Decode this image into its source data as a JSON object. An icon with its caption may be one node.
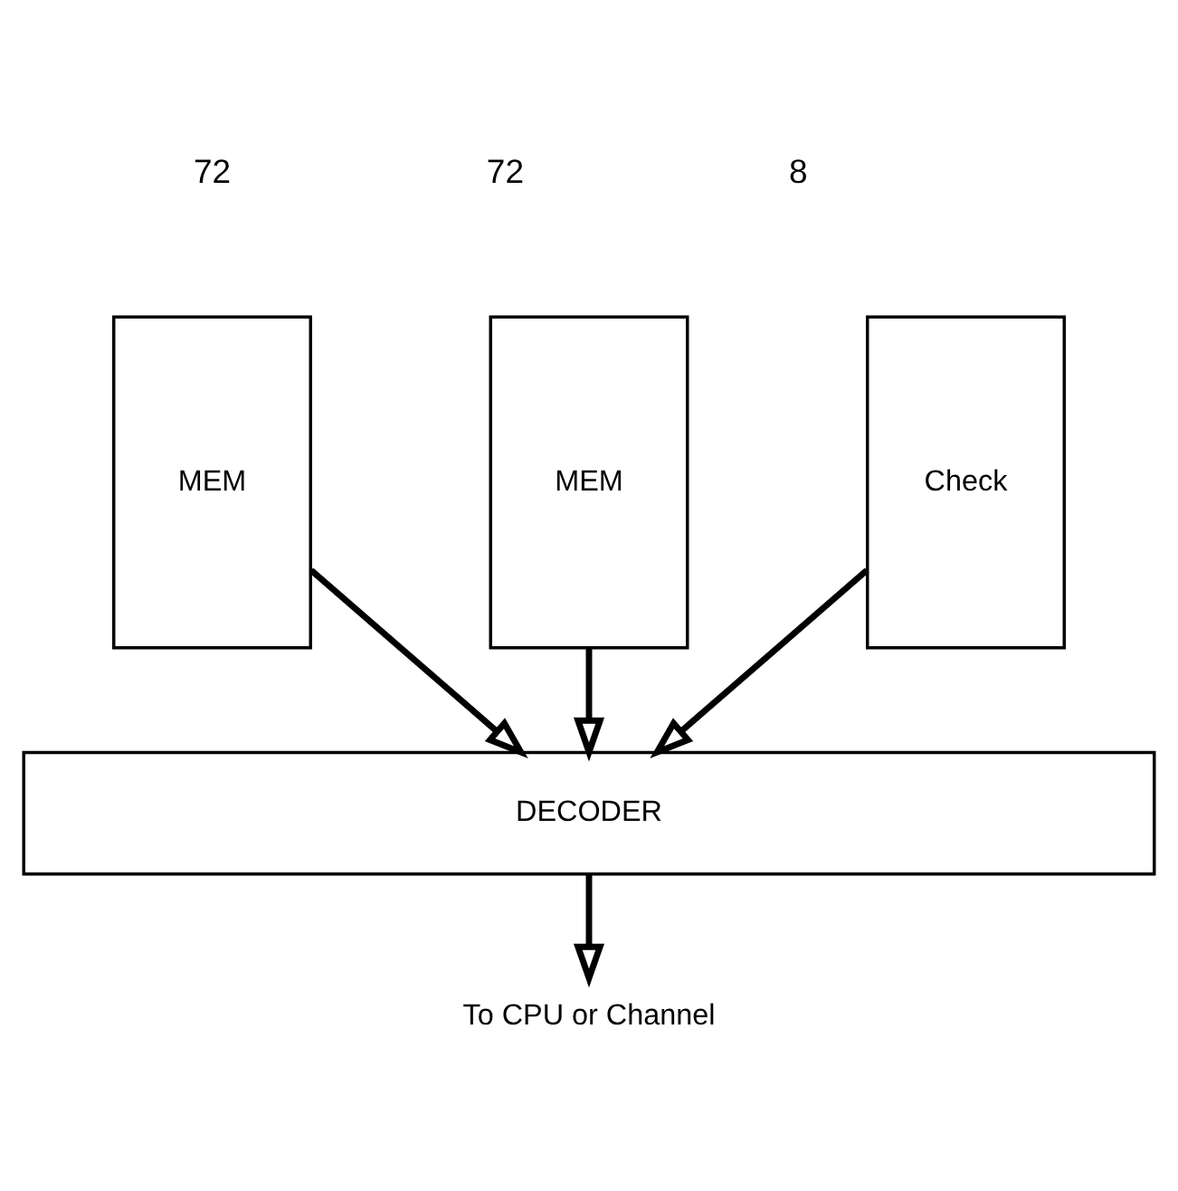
{
  "diagram": {
    "nodes": [
      {
        "text": [
          "MEM"
        ]
      },
      {
        "text": [
          "MEM"
        ]
      },
      {
        "text": [
          "Check"
        ]
      },
      {
        "text": [
          "DECODER"
        ]
      },
      {
        "text": [
          "To CPU or Channel"
        ]
      }
    ],
    "edges": [
      {
        "from": 0,
        "to": 3,
        "arrow": "to"
      },
      {
        "from": 1,
        "to": 3,
        "arrow": "to"
      },
      {
        "from": 2,
        "to": 3,
        "arrow": "to"
      },
      {
        "from": 3,
        "to": 4,
        "arrow": "to"
      }
    ],
    "labels": [
      "72",
      "72",
      "8"
    ]
  }
}
